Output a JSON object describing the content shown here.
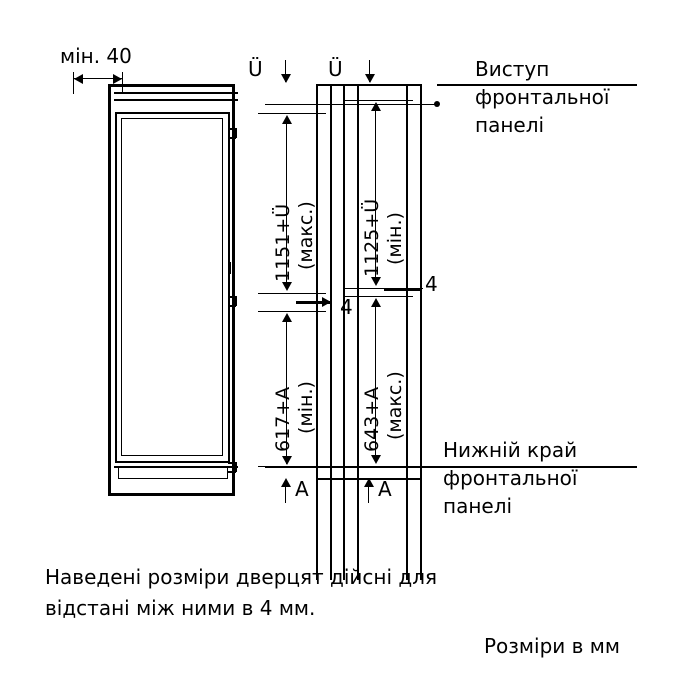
{
  "diagram": {
    "title": "Схема вбудовування холодильника — розміри дверцят",
    "top_left_label": "мін. 40",
    "symbols": {
      "u_top_left": "Ü",
      "u_top_right": "Ü",
      "a_bottom_left": "A",
      "a_bottom_right": "A"
    },
    "vertical_dimensions": [
      {
        "name": "upper-left-dim",
        "value": "1151+Ü",
        "qualifier": "(макс.)"
      },
      {
        "name": "upper-right-dim",
        "value": "1125+Ü",
        "qualifier": "(мін.)"
      },
      {
        "name": "lower-left-dim",
        "value": "617+A",
        "qualifier": "(мін.)"
      },
      {
        "name": "lower-right-dim",
        "value": "643+A",
        "qualifier": "(макс.)"
      }
    ],
    "gap_labels": [
      {
        "name": "gap-left",
        "value": "4"
      },
      {
        "name": "gap-right",
        "value": "4"
      }
    ],
    "callouts": [
      {
        "name": "top-callout",
        "lines": [
          "Виступ",
          "фронтальної",
          "панелі"
        ]
      },
      {
        "name": "bottom-callout",
        "lines": [
          "Нижній край",
          "фронтальної",
          "панелі"
        ]
      }
    ],
    "footnote": {
      "line1": "Наведені розміри дверцят дійсні для",
      "line2": "відстані між ними в 4 мм."
    },
    "units_note": "Розміри в мм",
    "colors": {
      "line": "#000000",
      "background": "#ffffff"
    }
  }
}
